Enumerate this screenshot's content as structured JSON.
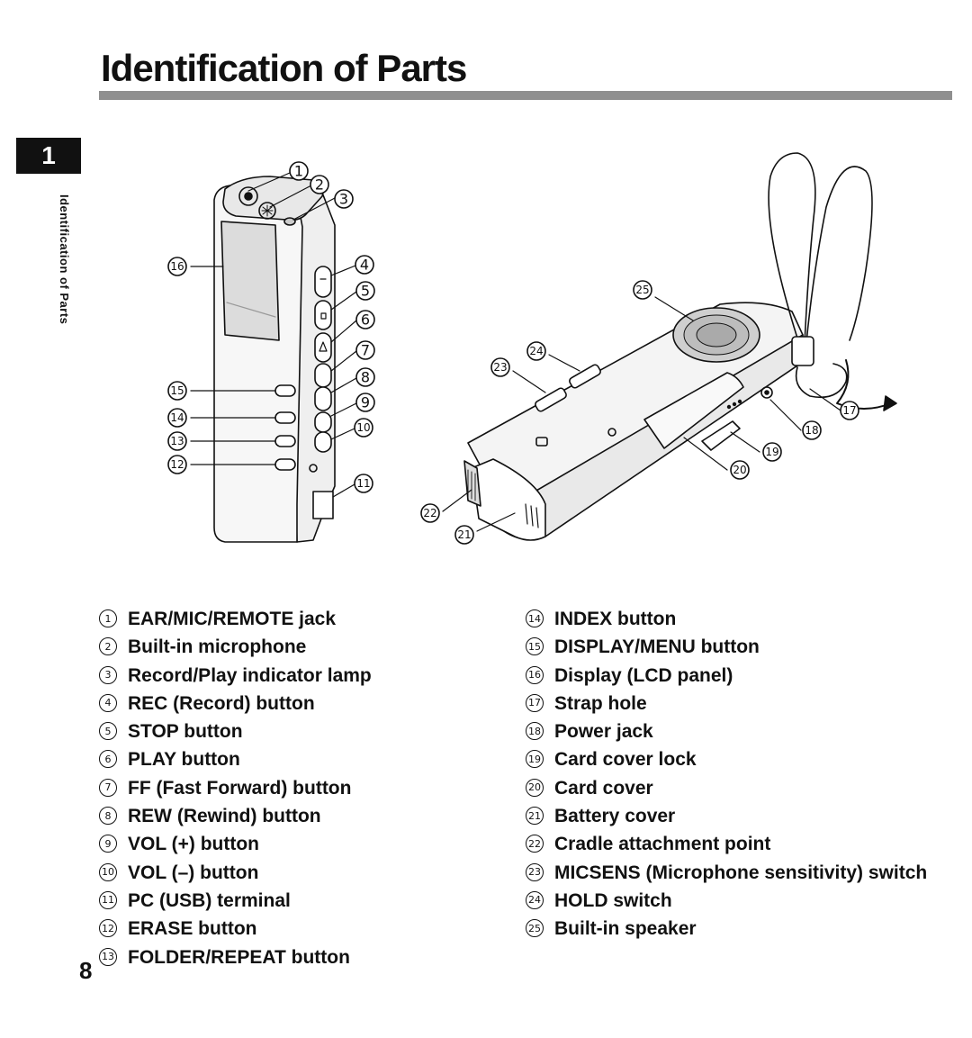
{
  "page": {
    "title": "Identification of Parts",
    "chapter_number": "1",
    "side_label": "Identification of Parts",
    "page_number": "8"
  },
  "callout_numbers": [
    "1",
    "2",
    "3",
    "4",
    "5",
    "6",
    "7",
    "8",
    "9",
    "10",
    "11",
    "12",
    "13",
    "14",
    "15",
    "16",
    "17",
    "18",
    "19",
    "20",
    "21",
    "22",
    "23",
    "24",
    "25"
  ],
  "legend": {
    "left": [
      {
        "num": "1",
        "label": "EAR/MIC/REMOTE jack"
      },
      {
        "num": "2",
        "label": "Built-in microphone"
      },
      {
        "num": "3",
        "label": "Record/Play indicator lamp"
      },
      {
        "num": "4",
        "label": "REC (Record) button"
      },
      {
        "num": "5",
        "label": "STOP button"
      },
      {
        "num": "6",
        "label": "PLAY button"
      },
      {
        "num": "7",
        "label": "FF (Fast Forward) button"
      },
      {
        "num": "8",
        "label": "REW (Rewind) button"
      },
      {
        "num": "9",
        "label": "VOL (+) button"
      },
      {
        "num": "10",
        "label": "VOL (–) button"
      },
      {
        "num": "11",
        "label": "PC (USB) terminal"
      },
      {
        "num": "12",
        "label": "ERASE button"
      },
      {
        "num": "13",
        "label": "FOLDER/REPEAT button"
      }
    ],
    "right": [
      {
        "num": "14",
        "label": "INDEX button"
      },
      {
        "num": "15",
        "label": "DISPLAY/MENU button"
      },
      {
        "num": "16",
        "label": "Display (LCD panel)"
      },
      {
        "num": "17",
        "label": "Strap hole"
      },
      {
        "num": "18",
        "label": "Power jack"
      },
      {
        "num": "19",
        "label": "Card cover lock"
      },
      {
        "num": "20",
        "label": "Card cover"
      },
      {
        "num": "21",
        "label": "Battery cover"
      },
      {
        "num": "22",
        "label": "Cradle attachment point"
      },
      {
        "num": "23",
        "label": "MICSENS (Microphone sensitivity) switch"
      },
      {
        "num": "24",
        "label": "HOLD switch"
      },
      {
        "num": "25",
        "label": "Built-in speaker"
      }
    ]
  },
  "colors": {
    "text": "#111111",
    "title_rule": "#8f8f8f",
    "chapter_tab": "#111111"
  }
}
